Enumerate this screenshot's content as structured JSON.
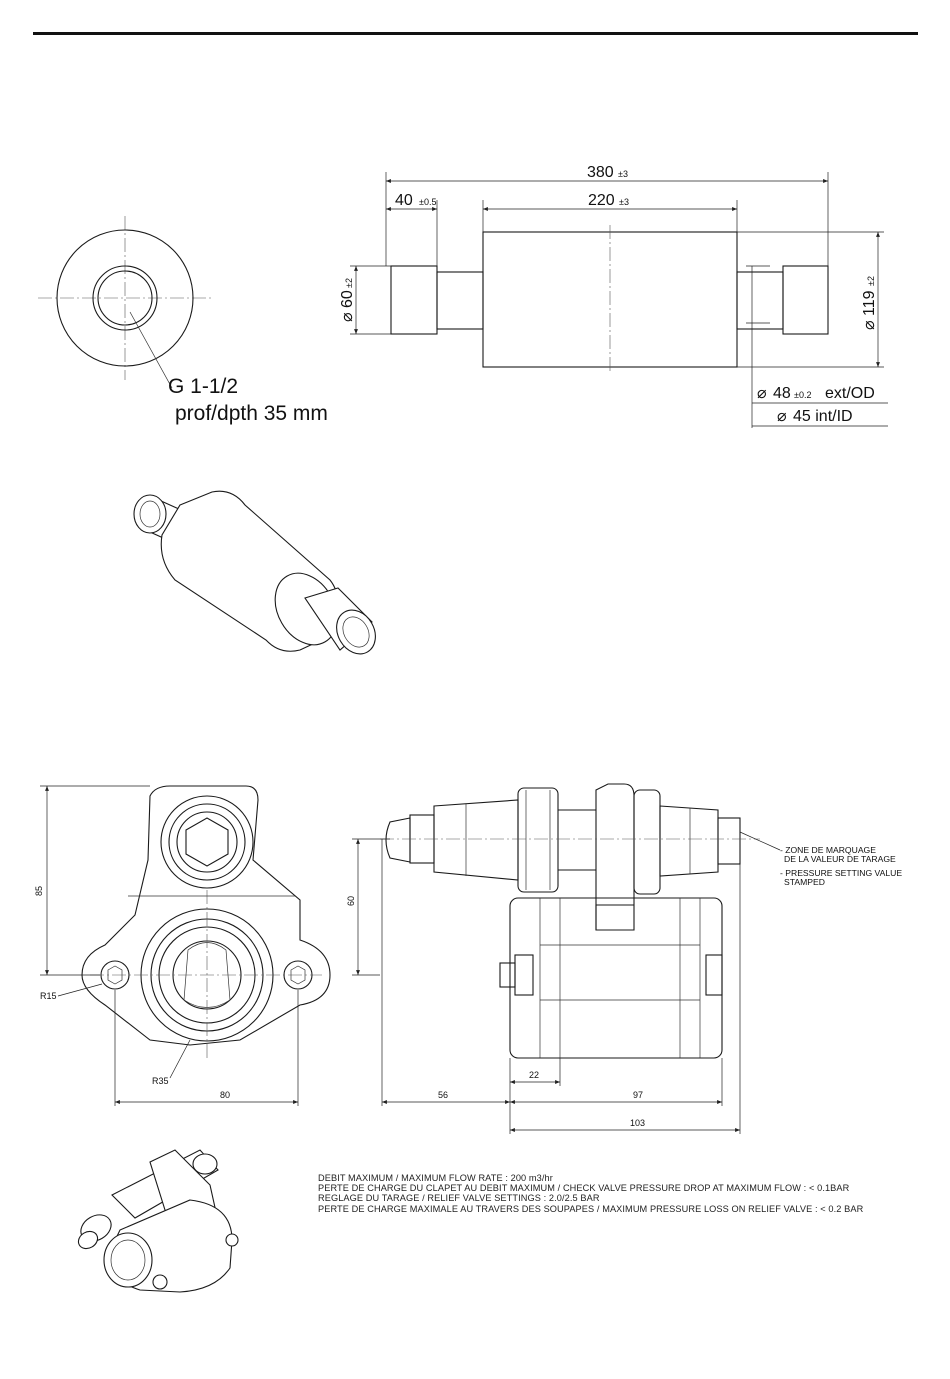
{
  "pipe": {
    "dim_overall": "380",
    "dim_overall_tol": "±3",
    "dim_end": "40",
    "dim_end_tol": "±0.5",
    "dim_body": "220",
    "dim_body_tol": "±3",
    "dim_end_dia": "60",
    "dim_end_dia_tol": "±2",
    "dim_body_dia": "119",
    "dim_body_dia_tol": "±2",
    "dim_od": "48",
    "dim_od_tol": "±0.2",
    "dim_od_suffix": "ext/OD",
    "dim_id": "45 int/ID",
    "thread_label": "G 1-1/2",
    "thread_depth": "prof/dpth 35 mm"
  },
  "valve": {
    "dim_height": "85",
    "dim_60": "60",
    "dim_r15": "R15",
    "dim_r35": "R35",
    "dim_80": "80",
    "dim_56": "56",
    "dim_22": "22",
    "dim_97": "97",
    "dim_103": "103",
    "marking_note": [
      "- ZONE DE MARQUAGE",
      "DE LA VALEUR DE TARAGE",
      "- PRESSURE SETTING VALUE",
      "STAMPED"
    ]
  },
  "notes": [
    "DEBIT MAXIMUM / MAXIMUM FLOW RATE : 200 m3/hr",
    "PERTE DE CHARGE DU CLAPET AU DEBIT MAXIMUM / CHECK VALVE PRESSURE DROP AT MAXIMUM FLOW : < 0.1BAR",
    "REGLAGE DU TARAGE / RELIEF VALVE SETTINGS : 2.0/2.5 BAR",
    "PERTE DE CHARGE MAXIMALE AU TRAVERS DES SOUPAPES / MAXIMUM PRESSURE LOSS ON RELIEF VALVE : < 0.2 BAR"
  ]
}
